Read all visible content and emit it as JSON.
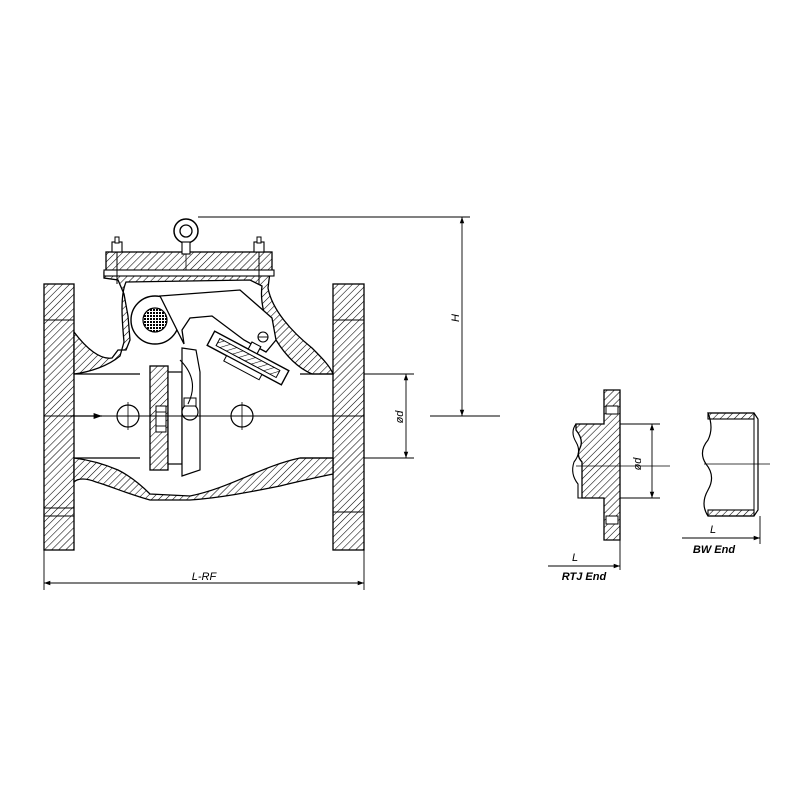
{
  "labels": {
    "height": "H",
    "bore_dia": "ød",
    "rtj_bore_dia": "ød",
    "length_rf": "L-RF",
    "rtj_length": "L",
    "rtj_caption": "RTJ End",
    "bw_length": "L",
    "bw_caption": "BW End"
  }
}
